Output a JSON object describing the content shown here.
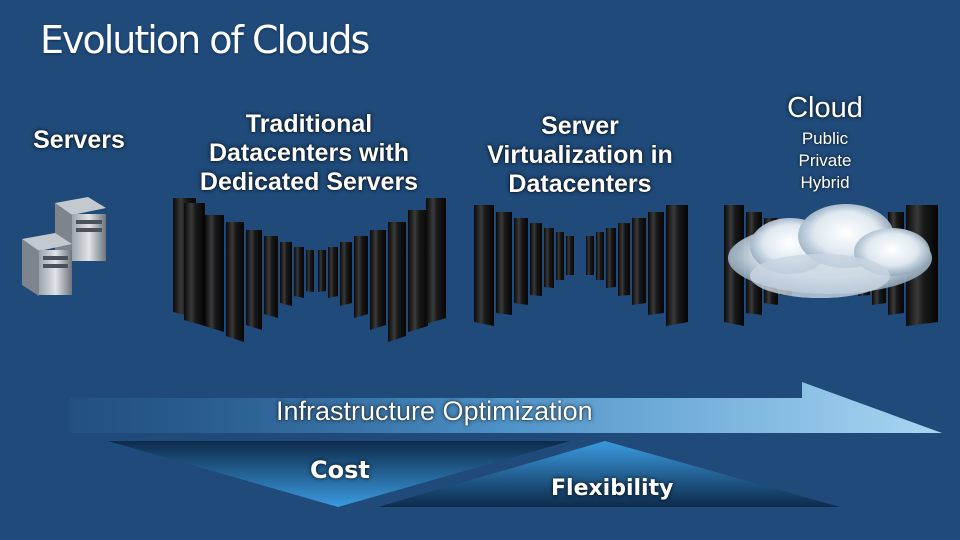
{
  "slide": {
    "title": "Evolution of Clouds"
  },
  "stages": {
    "servers": "Servers",
    "traditional": [
      "Traditional",
      "Datacenters with",
      "Dedicated Servers"
    ],
    "virtualization": [
      "Server",
      "Virtualization in",
      "Datacenters"
    ],
    "cloud": {
      "title": "Cloud",
      "types": [
        "Public",
        "Private",
        "Hybrid"
      ]
    }
  },
  "bottom": {
    "arrow_label": "Infrastructure Optimization",
    "cost_label": "Cost",
    "flexibility_label": "Flexibility"
  },
  "icons": [
    "server-tower-icon",
    "server-rack-icon",
    "cloud-icon"
  ],
  "colors": {
    "background": "#1f4a7a",
    "arrow_light": "#8fc6ea",
    "wedge": "#2a7ec2"
  }
}
